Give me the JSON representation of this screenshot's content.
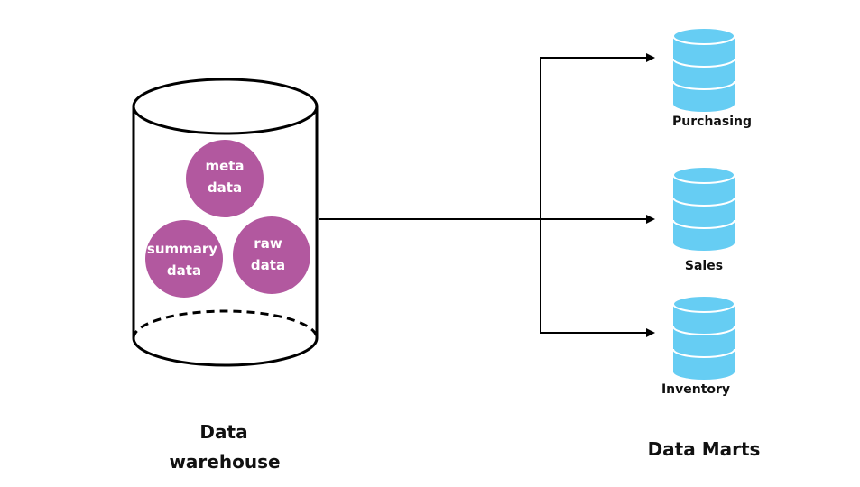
{
  "warehouse": {
    "title_line1": "Data",
    "title_line2": "warehouse",
    "circles": {
      "meta": {
        "line1": "meta",
        "line2": "data"
      },
      "summary": {
        "line1": "summary",
        "line2": "data"
      },
      "raw": {
        "line1": "raw",
        "line2": "data"
      }
    }
  },
  "marts": {
    "title": "Data Marts",
    "items": [
      {
        "label": "Purchasing"
      },
      {
        "label": "Sales"
      },
      {
        "label": "Inventory"
      }
    ]
  },
  "colors": {
    "circle_fill": "#b2589f",
    "db_fill": "#66cdf3",
    "line": "#000000"
  }
}
